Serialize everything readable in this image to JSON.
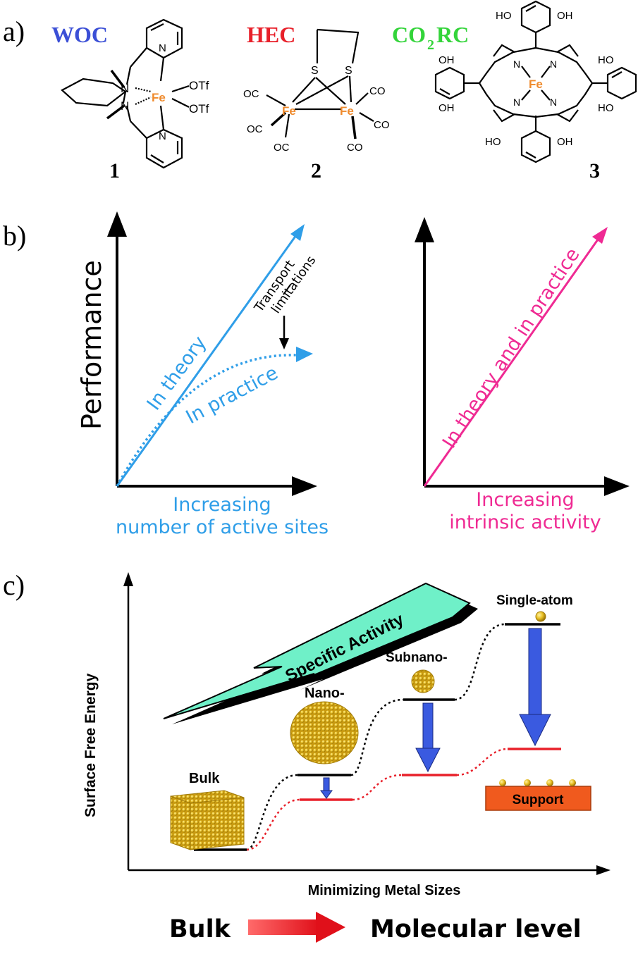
{
  "panel_a": {
    "label": "a)",
    "woc": {
      "title": "WOC",
      "number": "1",
      "metal": "Fe",
      "n_label": "N",
      "otf1": "OTf",
      "otf2": "OTf",
      "color": "#3b4fd6"
    },
    "hec": {
      "title": "HEC",
      "number": "2",
      "metal": "Fe",
      "s_label": "S",
      "oc": "OC",
      "co": "CO",
      "color": "#e8202a"
    },
    "co2rc": {
      "title_main": "CO",
      "title_sub": "2",
      "title_end": "RC",
      "number": "3",
      "metal": "Fe",
      "n_label": "N",
      "ho": "HO",
      "oh": "OH",
      "color": "#33d43a"
    },
    "fe_color": "#ef8a2c"
  },
  "panel_b": {
    "label": "b)",
    "left": {
      "ylabel": "Performance",
      "xlabel_line1": "Increasing",
      "xlabel_line2": "number of active sites",
      "theory": "In theory",
      "practice": "In practice",
      "transport_line1": "Transport",
      "transport_line2": "limitations",
      "color": "#2f9ee8"
    },
    "right": {
      "line_label": "In theory and in practice",
      "xlabel_line1": "Increasing",
      "xlabel_line2": "intrinsic activity",
      "color": "#ef2a93"
    }
  },
  "panel_c": {
    "label": "c)",
    "ylabel": "Surface Free Energy",
    "xlabel": "Minimizing Metal Sizes",
    "arrow_text": "Specific Activity",
    "levels": {
      "bulk": "Bulk",
      "nano": "Nano-",
      "subnano": "Subnano-",
      "single": "Single-atom"
    },
    "support": "Support",
    "arrow_color": "#3a5ae0",
    "support_color": "#f05a1e",
    "specific_color": "#6ff0c8"
  },
  "bottom": {
    "from": "Bulk",
    "to": "Molecular level",
    "arrow_color": "#ee1c24"
  }
}
